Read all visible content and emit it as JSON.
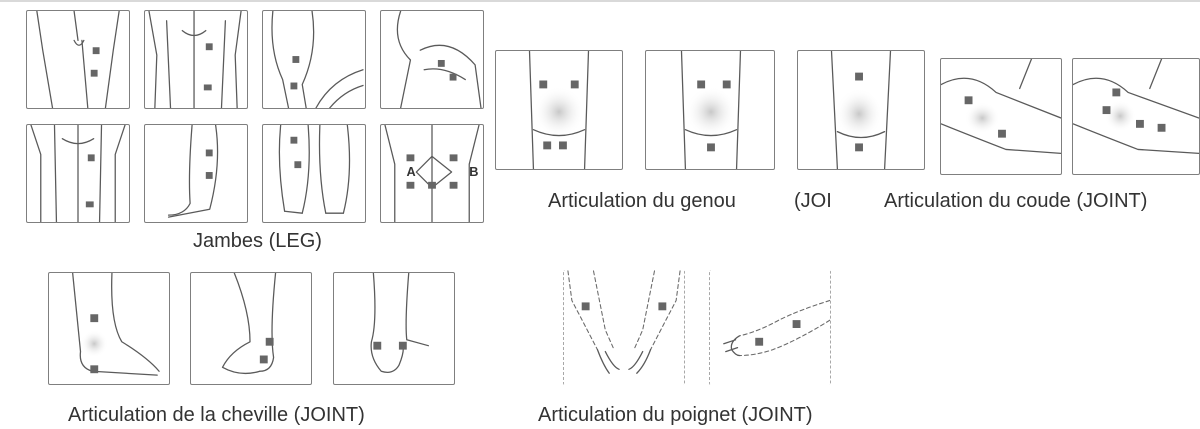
{
  "captions": {
    "leg": "Jambes (LEG)",
    "knee": "Articulation du genou",
    "knee_cut": "(JOI",
    "elbow": "Articulation du coude (JOINT)",
    "ankle": "Articulation de la cheville (JOINT)",
    "wrist": "Articulation du poignet (JOINT)"
  },
  "markers": {
    "a": "A",
    "b": "B"
  },
  "colors": {
    "pad": "#666666",
    "outline": "#5a5a5a",
    "frame": "#7f7f7f"
  }
}
